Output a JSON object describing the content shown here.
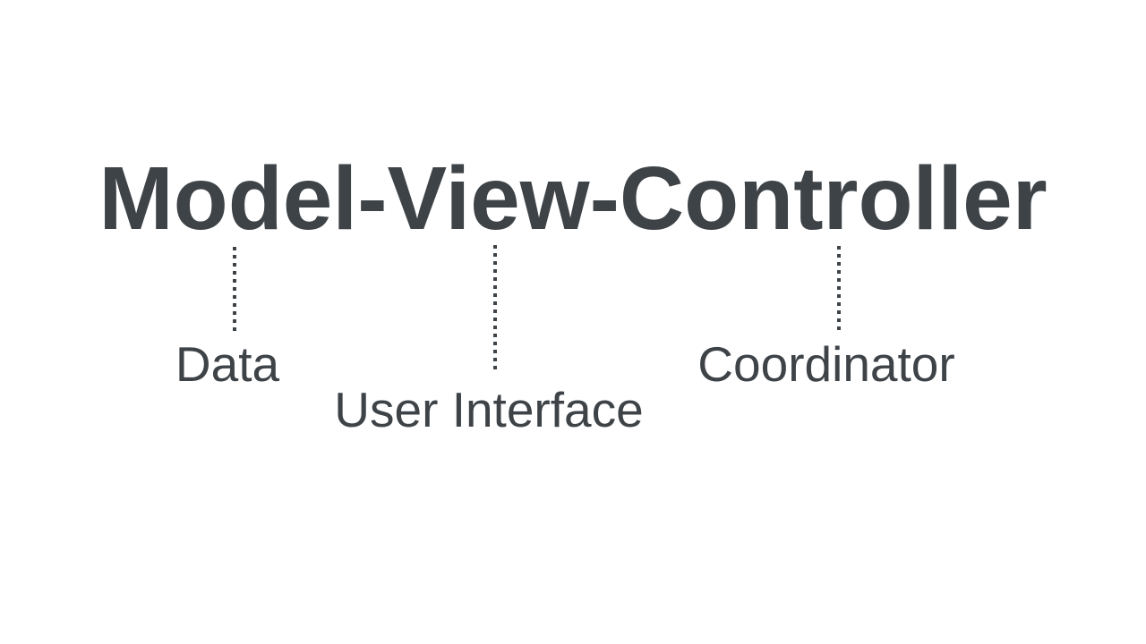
{
  "canvas": {
    "background": "#ffffff",
    "ink": "#3e4348"
  },
  "title": {
    "text": "Model-View-Controller"
  },
  "diagram": {
    "connectors": [
      {
        "name": "model-connector",
        "style": "dotted-vertical"
      },
      {
        "name": "view-connector",
        "style": "dotted-vertical"
      },
      {
        "name": "controller-connector",
        "style": "dotted-vertical"
      }
    ],
    "labels": {
      "model": "Data",
      "view": "User Interface",
      "controller": "Coordinator"
    }
  }
}
